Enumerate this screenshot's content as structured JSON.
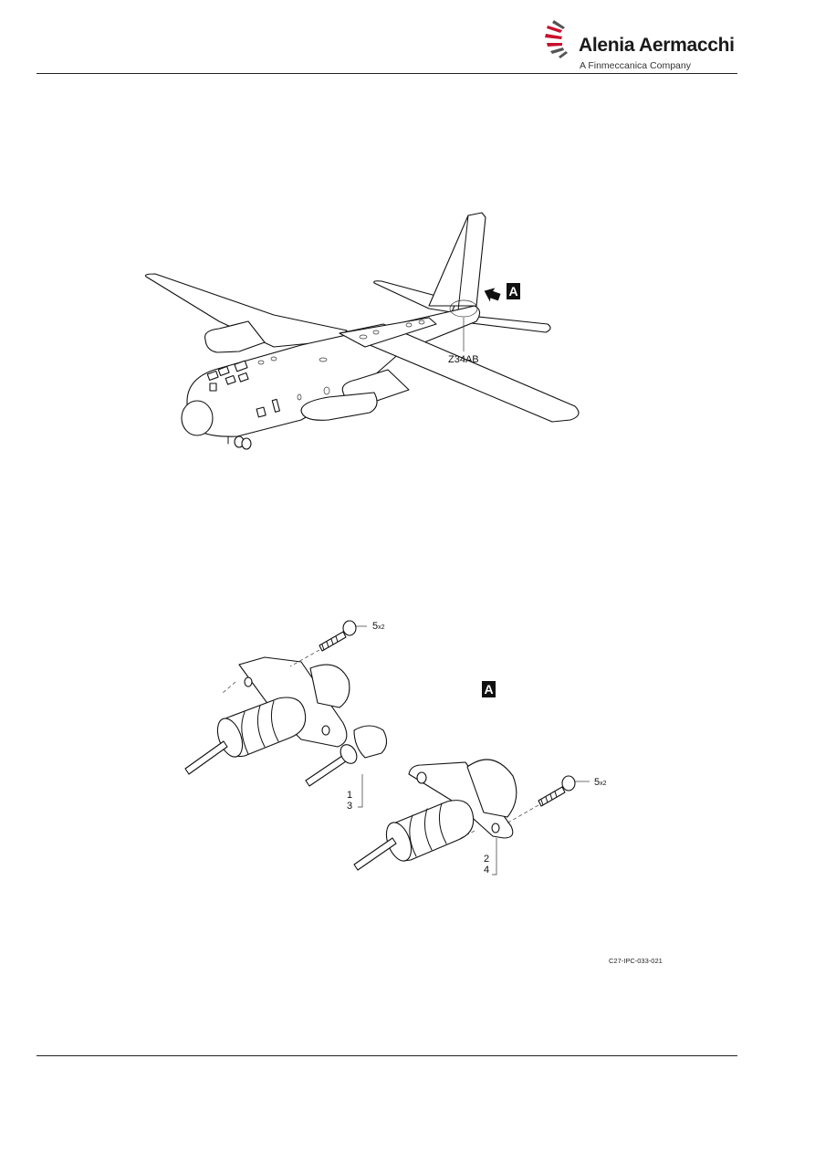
{
  "header": {
    "brand": "Alenia Aermacchi",
    "tagline": "A Finmeccanica Company",
    "logo_icon": "swoosh-lines-icon"
  },
  "aircraft_view": {
    "zone_label": "Z34AB",
    "view_marker": "A"
  },
  "detail_view": {
    "view_marker": "A",
    "callouts": {
      "screw_upper": "5",
      "screw_upper_qty": "x2",
      "screw_lower": "5",
      "screw_lower_qty": "x2",
      "item_1": "1",
      "item_3": "3",
      "item_2": "2",
      "item_4": "4"
    }
  },
  "figure_ref": "C27-IPC-033-021",
  "colors": {
    "ink": "#111111",
    "background": "#ffffff"
  }
}
